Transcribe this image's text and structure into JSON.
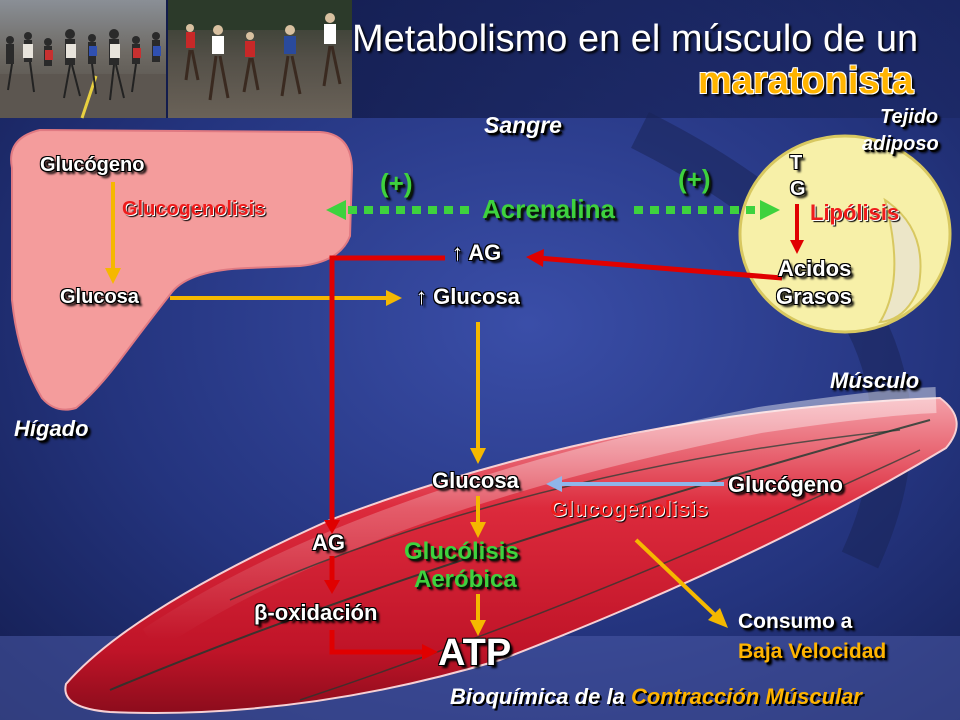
{
  "title": {
    "line1": "Metabolismo en el músculo de un",
    "line2": "maratonista"
  },
  "labels": {
    "sangre": "Sangre",
    "tejido_adiposo_1": "Tejido",
    "tejido_adiposo_2": "adiposo",
    "higado": "Hígado",
    "musculo": "Músculo",
    "footer_1": "Bioquímica de la ",
    "footer_2": "Contracción Múscular"
  },
  "liver": {
    "glucogeno": "Glucógeno",
    "glucogenolisis": "Glucogenolisis",
    "glucosa": "Glucosa"
  },
  "blood": {
    "plus_left": "(+)",
    "plus_right": "(+)",
    "acrenalina": "Acrenalina",
    "ag_up": "↑ AG",
    "glucosa_up": "↑ Glucosa"
  },
  "adipose": {
    "tg_1": "T",
    "tg_2": "G",
    "lipolisis": "Lipólisis",
    "acidos": "Acidos",
    "grasos": "Grasos"
  },
  "muscle": {
    "glucosa": "Glucosa",
    "glucogeno": "Glucógeno",
    "glucogenolisis": "Glucogenolisis",
    "ag": "AG",
    "glucolisis_1": "Glucólisis",
    "glucolisis_2": "Aeróbica",
    "beta_ox": "β-oxidación",
    "atp": "ATP",
    "consumo_1": "Consumo a",
    "consumo_2": "Baja Velocidad"
  },
  "colors": {
    "background": "#1c2a6e",
    "liver": "#f49c9c",
    "adipose": "#f7f0a8",
    "muscle": "#d8283a",
    "green_text": "#3ed23e",
    "orange_label": "#ffb400",
    "red_arrow": "#e00000",
    "yellow_arrow": "#f5b800",
    "green_arrow": "#3ed23e",
    "blue_arrow": "#8fb6ea"
  }
}
